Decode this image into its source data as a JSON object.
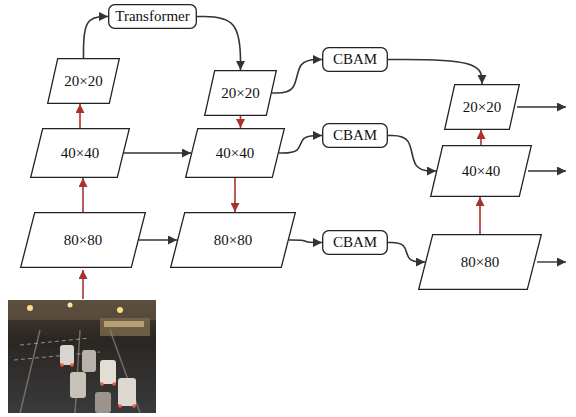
{
  "diagram": {
    "nodes": [
      {
        "text": [
          "Transformer"
        ]
      },
      {
        "text": [
          "20×20"
        ]
      },
      {
        "text": [
          "40×40"
        ]
      },
      {
        "text": [
          "80×80"
        ]
      },
      {
        "text": [
          "20×20"
        ]
      },
      {
        "text": [
          "40×40"
        ]
      },
      {
        "text": [
          "80×80"
        ]
      },
      {
        "text": [
          "CBAM"
        ]
      },
      {
        "text": [
          "CBAM"
        ]
      },
      {
        "text": [
          "CBAM"
        ]
      },
      {
        "text": [
          "20×20"
        ]
      },
      {
        "text": [
          "40×40"
        ]
      },
      {
        "text": [
          "80×80"
        ]
      }
    ],
    "edges": [
      {
        "from": 3,
        "to": 2,
        "arrow": "to"
      },
      {
        "from": 2,
        "to": 1,
        "arrow": "to"
      },
      {
        "from": 1,
        "to": 0,
        "arrow": "to"
      },
      {
        "from": 0,
        "to": 4,
        "arrow": "to"
      },
      {
        "from": 2,
        "to": 5,
        "arrow": "to"
      },
      {
        "from": 3,
        "to": 6,
        "arrow": "to"
      },
      {
        "from": 4,
        "to": 5,
        "arrow": "to"
      },
      {
        "from": 5,
        "to": 6,
        "arrow": "to"
      },
      {
        "from": 4,
        "to": 7,
        "arrow": "to"
      },
      {
        "from": 5,
        "to": 8,
        "arrow": "to"
      },
      {
        "from": 6,
        "to": 9,
        "arrow": "to"
      },
      {
        "from": 7,
        "to": 10,
        "arrow": "to"
      },
      {
        "from": 8,
        "to": 11,
        "arrow": "to"
      },
      {
        "from": 9,
        "to": 12,
        "arrow": "to"
      },
      {
        "from": 12,
        "to": 11,
        "arrow": "to"
      },
      {
        "from": 11,
        "to": 10,
        "arrow": "to"
      }
    ]
  }
}
